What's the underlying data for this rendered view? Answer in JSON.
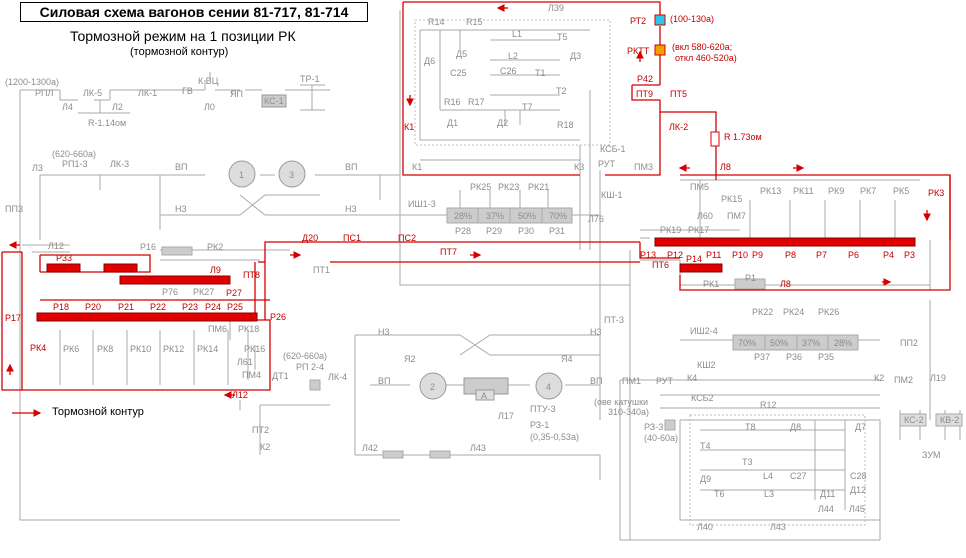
{
  "header": {
    "title": "Силовая схема вагонов сении 81-717, 81-714",
    "subtitle": "Тормозной режим на 1 позиции РК",
    "subtitle2": "(тормозной контур)"
  },
  "legend": {
    "label": "Тормозной контур"
  },
  "labels": {
    "rt2": "РТ2",
    "rt2_val": "(100-130а)",
    "rktt": "РКТТ",
    "rktt_val1": "(вкл 580-620а;",
    "rktt_val2": "откл 460-520а)",
    "p42": "Р42",
    "pt9": "ПТ9",
    "pt5": "ПТ5",
    "lk2": "ЛК-2",
    "r173": "R 1.73ом",
    "k1": "К1",
    "l8": "Л8",
    "l39": "Л39",
    "rpl": "РПЛ",
    "rpl_val": "(1200-1300а)",
    "lk5": "ЛК-5",
    "lk1": "ЛК-1",
    "gv": "ГВ",
    "kvc": "К ВЦ",
    "yap": "ЯП",
    "ks1": "КС-1",
    "tr1": "ТР-1",
    "l4": "Л4",
    "l2": "Л2",
    "l0": "Л0",
    "r114": "R-1.14ом",
    "rp13": "РП1-3",
    "rp13_val": "(620-660а)",
    "lk3": "ЛК-3",
    "l3": "Л3",
    "vp": "ВП",
    "n3": "Н3",
    "pp3": "ПП3",
    "r14": "R14",
    "r15": "R15",
    "l1": "L1",
    "t5": "Т5",
    "d6": "Д6",
    "d5": "Д5",
    "l2c": "L2",
    "d3": "Д3",
    "c25": "C25",
    "c26": "C26",
    "t1": "Т1",
    "t2": "Т2",
    "r16": "R16",
    "r17": "R17",
    "t7": "Т7",
    "d1": "Д1",
    "d2": "Д2",
    "r18": "R18",
    "ksb1": "КСБ-1",
    "k3": "К3",
    "rut": "РУТ",
    "ksh1": "КШ-1",
    "l76": "Л76",
    "pm3": "ПМ3",
    "pm5": "ПМ5",
    "rk15": "РК15",
    "rk13": "РК13",
    "rk11": "РК11",
    "rk9": "РК9",
    "rk7": "РК7",
    "rk5": "РК5",
    "rk3": "РК3",
    "l60": "Л60",
    "pm7": "ПМ7",
    "rk25": "РК25",
    "rk23": "РК23",
    "rk21": "РК21",
    "ish13": "ИШ1-3",
    "p28": "Р28",
    "p29": "Р29",
    "p30": "Р30",
    "p31": "Р31",
    "pct28": "28%",
    "pct37": "37%",
    "pct50": "50%",
    "pct70": "70%",
    "rk19": "РК19",
    "rk17": "РК17",
    "d20": "Д20",
    "ps1": "ПС1",
    "ps2": "ПС2",
    "pt7": "ПТ7",
    "pt1": "ПТ1",
    "pt8": "ПТ8",
    "l12": "Л12",
    "p33": "Р33",
    "p16": "Р16",
    "rk2": "РК2",
    "l9": "Л9",
    "p76": "Р76",
    "rk27": "РК27",
    "p27": "Р27",
    "p17": "Р17",
    "p18": "Р18",
    "p20": "Р20",
    "p21": "Р21",
    "p22": "Р22",
    "p23": "Р23",
    "p24": "Р24",
    "p25": "Р25",
    "p26": "Р26",
    "pm6": "ПМ6",
    "rk18": "РК18",
    "rk4": "РК4",
    "rk6": "РК6",
    "rk8": "РК8",
    "rk10": "РК10",
    "rk12": "РК12",
    "rk14": "РК14",
    "rk16": "РК16",
    "l61": "Л61",
    "pm4": "ПМ4",
    "p13": "Р13",
    "p12": "Р12",
    "p11": "Р11",
    "p10": "Р10",
    "p9": "Р9",
    "p8": "Р8",
    "p7": "Р7",
    "p6": "Р6",
    "p4": "Р4",
    "p3": "Р3",
    "pt6": "ПТ6",
    "p14": "Р14",
    "rk1": "РК1",
    "p1": "Р1",
    "rp24": "РП 2-4",
    "rp24_val": "(620-660а)",
    "dt1": "ДТ1",
    "lk4": "ЛК-4",
    "n3b": "Н3",
    "ya2": "Я2",
    "ya4": "Я4",
    "m1": "1",
    "m3": "3",
    "m2": "2",
    "m4": "4",
    "pm1": "ПМ1",
    "a": "А",
    "l17": "Л17",
    "ptu3": "ПТУ-3",
    "rz1": "РЗ-1",
    "rz1_val": "(0,35-0,53а)",
    "ove": "(ове катушки",
    "ove2": "310-340а)",
    "rk22": "РК22",
    "rk24": "РК24",
    "rk26": "РК26",
    "p37": "Р37",
    "p36": "Р36",
    "p35": "Р35",
    "ish24": "ИШ2-4",
    "ksh2": "КШ2",
    "k4": "К4",
    "ksb2": "КСБ2",
    "r12": "R12",
    "k2": "К2",
    "pm2": "ПМ2",
    "pp2": "ПП2",
    "l19": "Л19",
    "ks2": "КС-2",
    "kv2": "КВ-2",
    "zum": "ЗУМ",
    "pt2": "ПТ2",
    "k2b": "К2",
    "l42": "Л42",
    "l43": "Л43",
    "rz3": "РЗ-3",
    "rz3_val": "(40-60а)",
    "t8": "Т8",
    "d8": "Д8",
    "d7": "Д7",
    "t4": "Т4",
    "t3": "Т3",
    "l4c": "L4",
    "c27": "C27",
    "c28": "C28",
    "d9": "Д9",
    "t6": "Т6",
    "l3c": "L3",
    "d11": "Д11",
    "d12": "Д12",
    "l44": "Л44",
    "l45": "Л45",
    "l40": "Л40",
    "l43b": "Л43",
    "pt3": "ПТ-3",
    "n3c": "Н3",
    "l12b": "Л12",
    "rp3": "РП1-3"
  }
}
